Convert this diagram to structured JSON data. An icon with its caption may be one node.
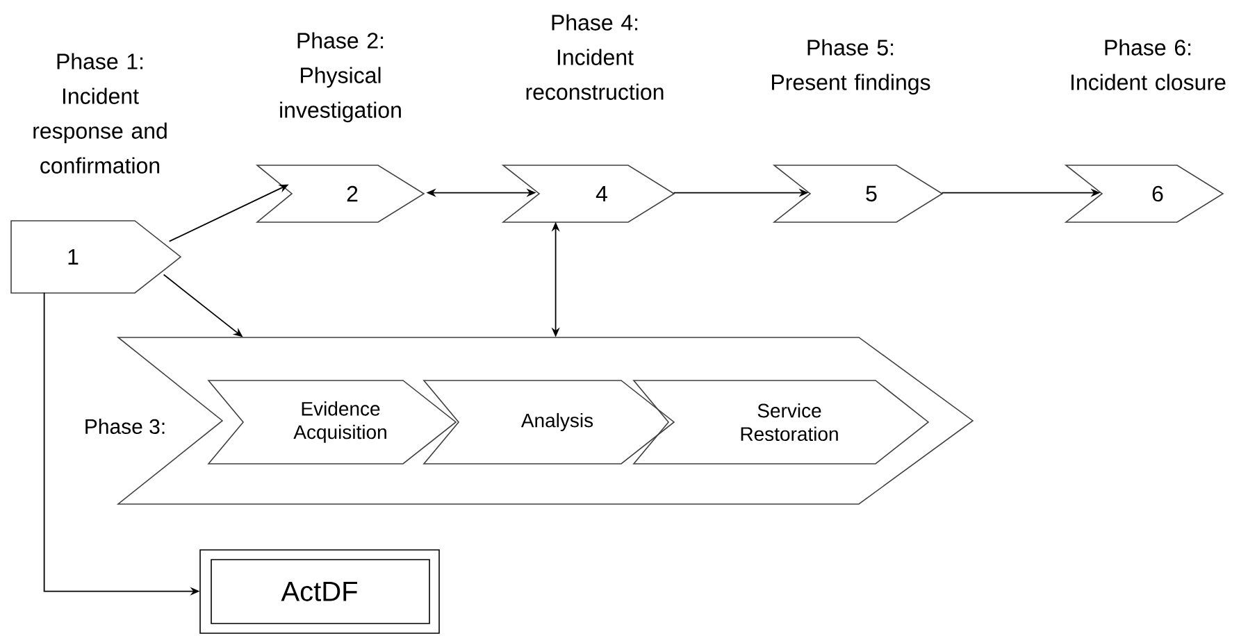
{
  "diagram": {
    "nodes": [
      {
        "text": [
          "Phase 1: Incident response and confirmation",
          "1"
        ]
      },
      {
        "text": [
          "Phase 2: Physical investigation",
          "2"
        ]
      },
      {
        "text": [
          "Phase 4: Incident reconstruction",
          "4"
        ]
      },
      {
        "text": [
          "Phase 5: Present findings",
          "5"
        ]
      },
      {
        "text": [
          "Phase 6: Incident closure",
          "6"
        ]
      },
      {
        "text": [
          "Phase 3:"
        ]
      },
      {
        "text": [
          "Evidence Acquisition"
        ],
        "in": 5
      },
      {
        "text": [
          "Analysis"
        ],
        "in": 5
      },
      {
        "text": [
          "Service Restoration"
        ],
        "in": 5
      },
      {
        "text": [
          "ActDF"
        ]
      }
    ],
    "edges": [
      {
        "from": 0,
        "to": 1,
        "arrow": "to"
      },
      {
        "from": 0,
        "to": 5,
        "arrow": "to"
      },
      {
        "from": 1,
        "to": 2,
        "arrow": "both"
      },
      {
        "from": 2,
        "to": 5,
        "arrow": "both"
      },
      {
        "from": 2,
        "to": 3,
        "arrow": "to"
      },
      {
        "from": 3,
        "to": 4,
        "arrow": "to"
      },
      {
        "from": 0,
        "to": 9,
        "arrow": "to"
      }
    ]
  }
}
